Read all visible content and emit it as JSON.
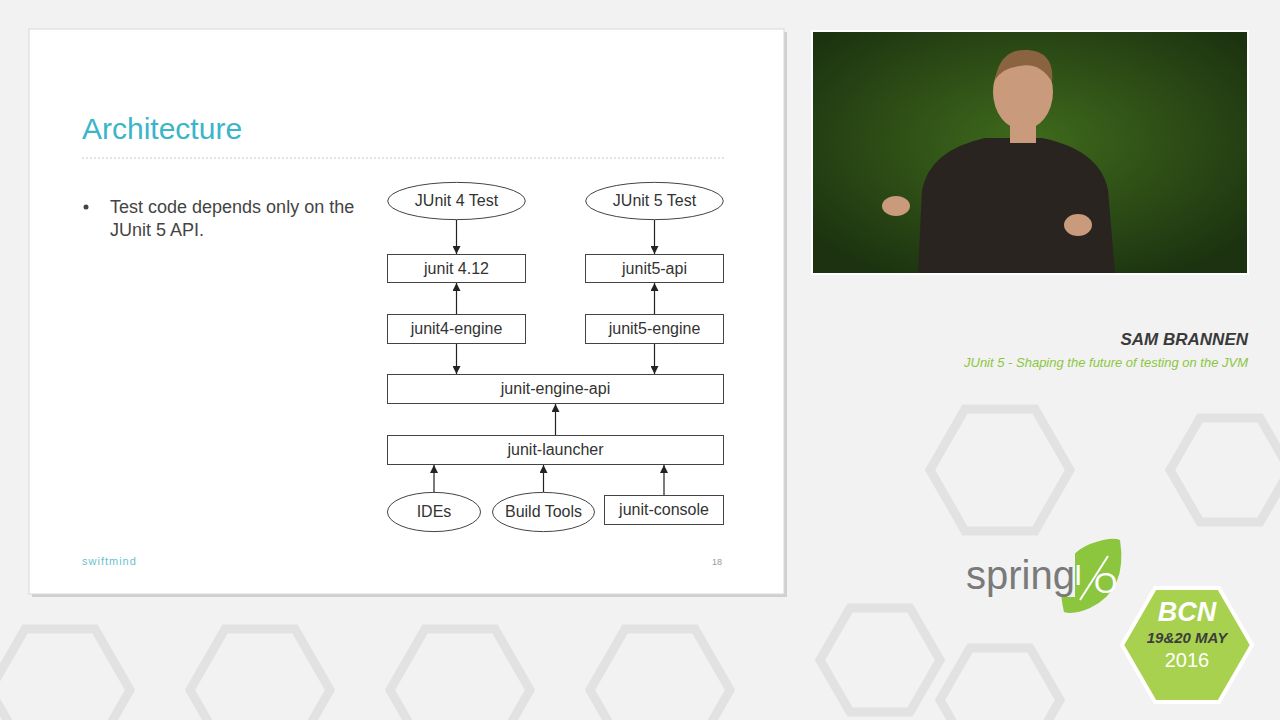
{
  "diagram": {
    "title": "Architecture",
    "nodes": [
      {
        "text": [
          "JUnit 4 Test"
        ]
      },
      {
        "text": [
          "JUnit 5 Test"
        ]
      },
      {
        "text": [
          "junit 4.12"
        ]
      },
      {
        "text": [
          "junit5-api"
        ]
      },
      {
        "text": [
          "junit4-engine"
        ]
      },
      {
        "text": [
          "junit5-engine"
        ]
      },
      {
        "text": [
          "junit-engine-api"
        ]
      },
      {
        "text": [
          "junit-launcher"
        ]
      },
      {
        "text": [
          "IDEs"
        ]
      },
      {
        "text": [
          "Build Tools"
        ]
      },
      {
        "text": [
          "junit-console"
        ]
      }
    ],
    "edges": [
      {
        "from": 0,
        "to": 2,
        "arrow": "to"
      },
      {
        "from": 1,
        "to": 3,
        "arrow": "to"
      },
      {
        "from": 4,
        "to": 2,
        "arrow": "to"
      },
      {
        "from": 5,
        "to": 3,
        "arrow": "to"
      },
      {
        "from": 4,
        "to": 6,
        "arrow": "to"
      },
      {
        "from": 5,
        "to": 6,
        "arrow": "to"
      },
      {
        "from": 7,
        "to": 6,
        "arrow": "to"
      },
      {
        "from": 8,
        "to": 7,
        "arrow": "to"
      },
      {
        "from": 9,
        "to": 7,
        "arrow": "to"
      },
      {
        "from": 10,
        "to": 7,
        "arrow": "to"
      }
    ],
    "labels": [
      "Test code depends only on the JUnit 5 API.",
      "swiftmind",
      "18",
      "SAM BRANNEN",
      "JUnit 5 - Shaping the future of testing on the JVM",
      "spring",
      "I",
      "O",
      "BCN",
      "19&20 MAY",
      "2016"
    ]
  }
}
